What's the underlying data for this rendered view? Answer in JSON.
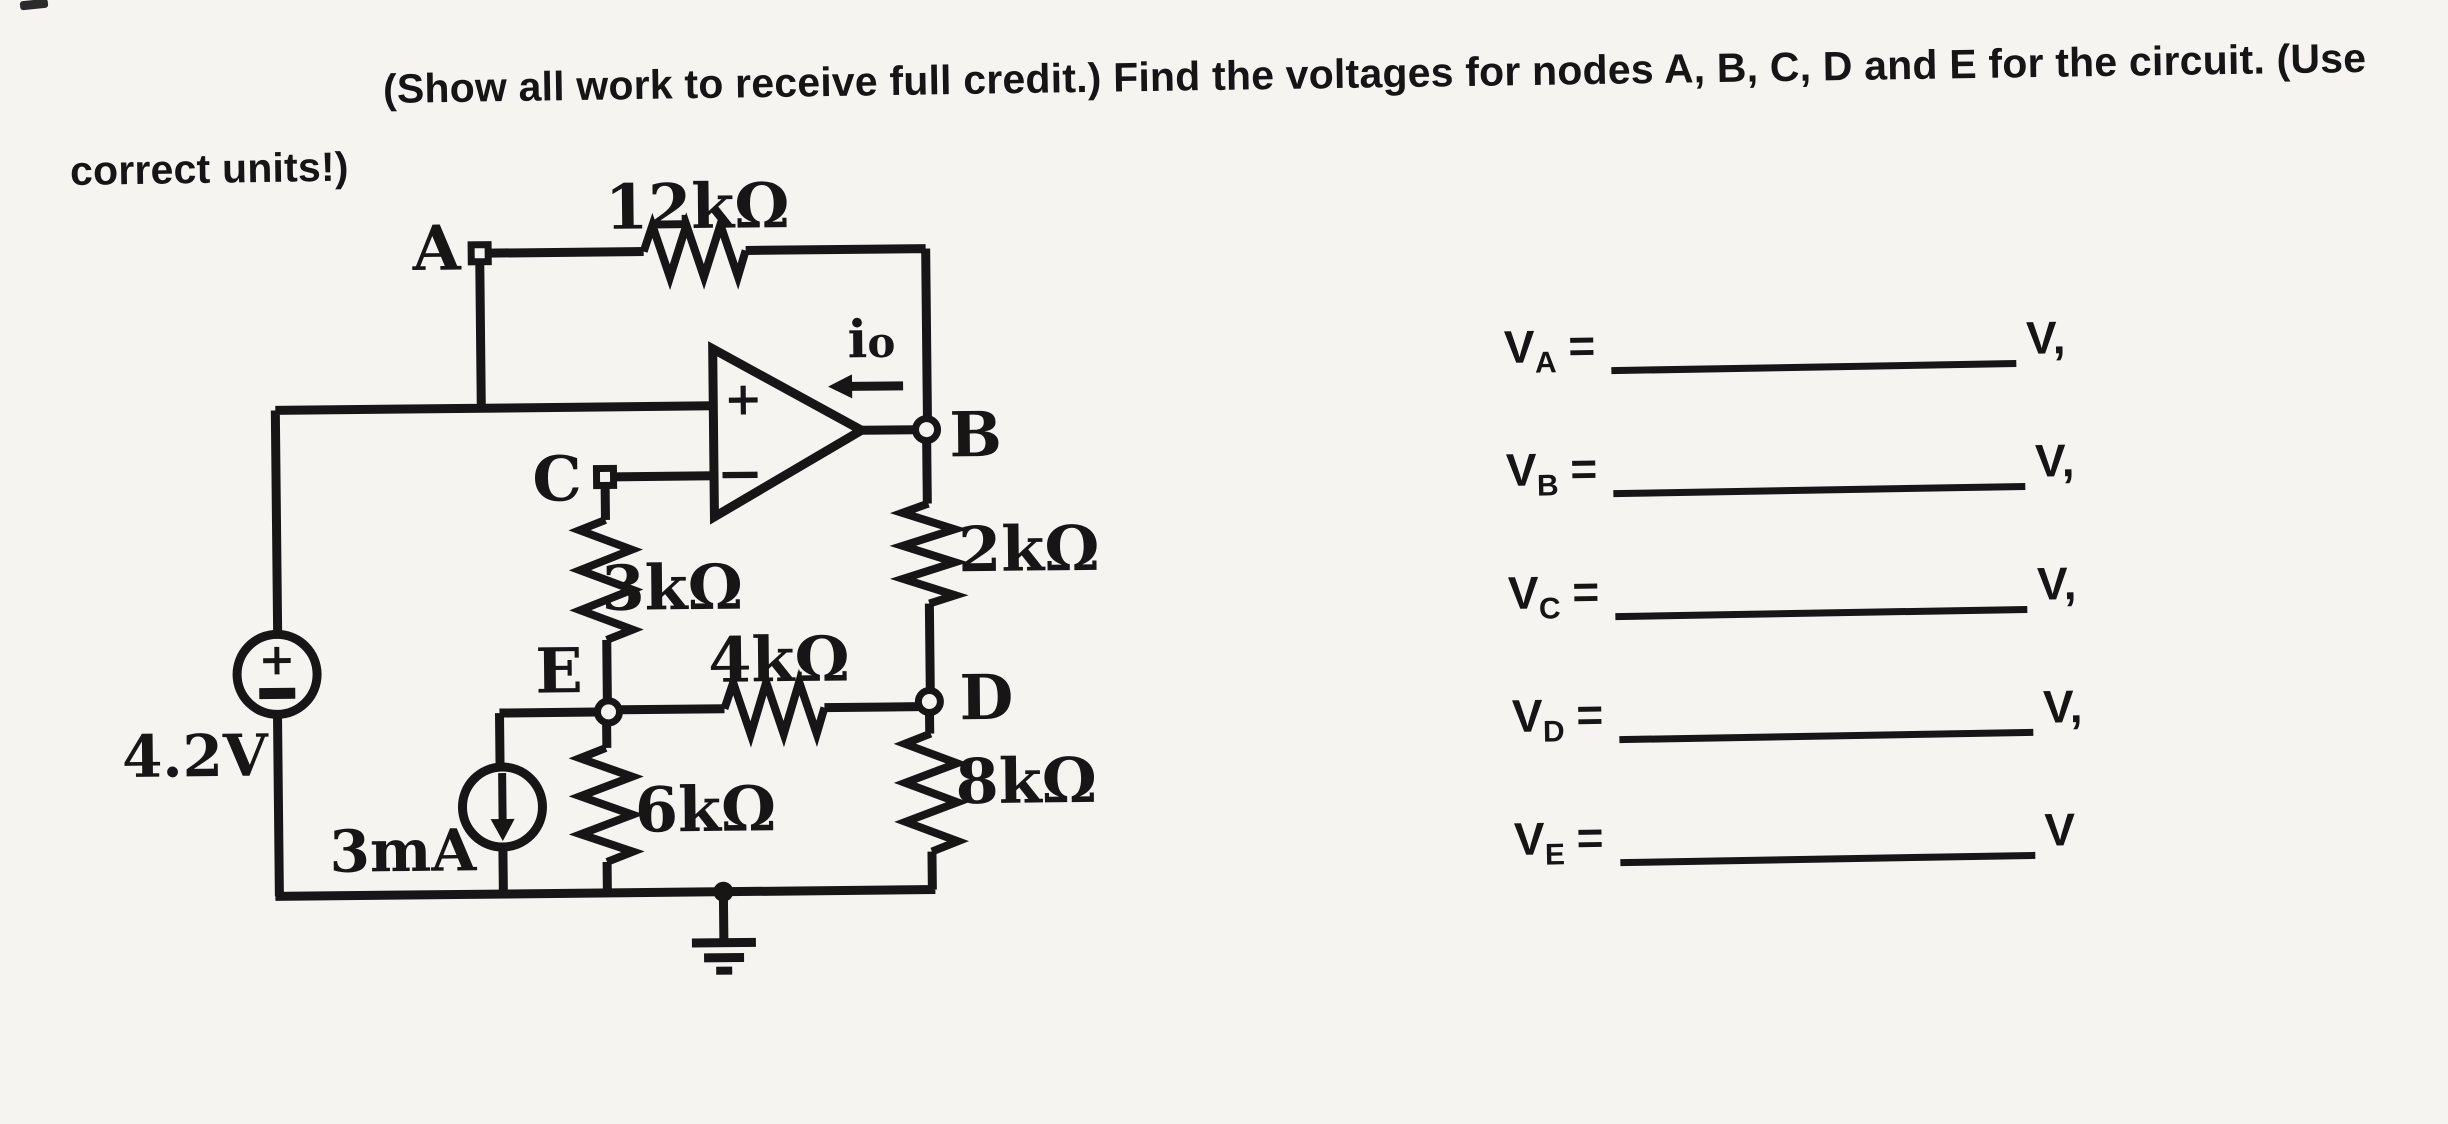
{
  "header": {
    "line1": "(Show all work to receive full credit.) Find the voltages for nodes A, B, C, D and E for the circuit.  (Use",
    "line2": "correct units!)"
  },
  "circuit": {
    "nodes": {
      "a": "A",
      "b": "B",
      "c": "C",
      "d": "D",
      "e": "E"
    },
    "resistors": {
      "r12k": "12kΩ",
      "r2k": "2kΩ",
      "r3k": "3kΩ",
      "r4k": "4kΩ",
      "r6k": "6kΩ",
      "r8k": "8kΩ"
    },
    "voltage_source": {
      "value": "4.2V",
      "plus": "+"
    },
    "current_source": {
      "value": "3mA"
    },
    "output_current": {
      "symbol": "i",
      "subscript": "o"
    },
    "opamp": {
      "plus": "+",
      "minus": "−"
    }
  },
  "answers": {
    "rows": [
      {
        "sym": "V",
        "sub": "A",
        "eq": "=",
        "unit": "V,"
      },
      {
        "sym": "V",
        "sub": "B",
        "eq": "=",
        "unit": "V,"
      },
      {
        "sym": "V",
        "sub": "C",
        "eq": "=",
        "unit": "V,"
      },
      {
        "sym": "V",
        "sub": "D",
        "eq": "=",
        "unit": "V,"
      },
      {
        "sym": "V",
        "sub": "E",
        "eq": "=",
        "unit": "V"
      }
    ]
  },
  "colors": {
    "ink": "#171515",
    "paper": "#f5f4f1"
  }
}
